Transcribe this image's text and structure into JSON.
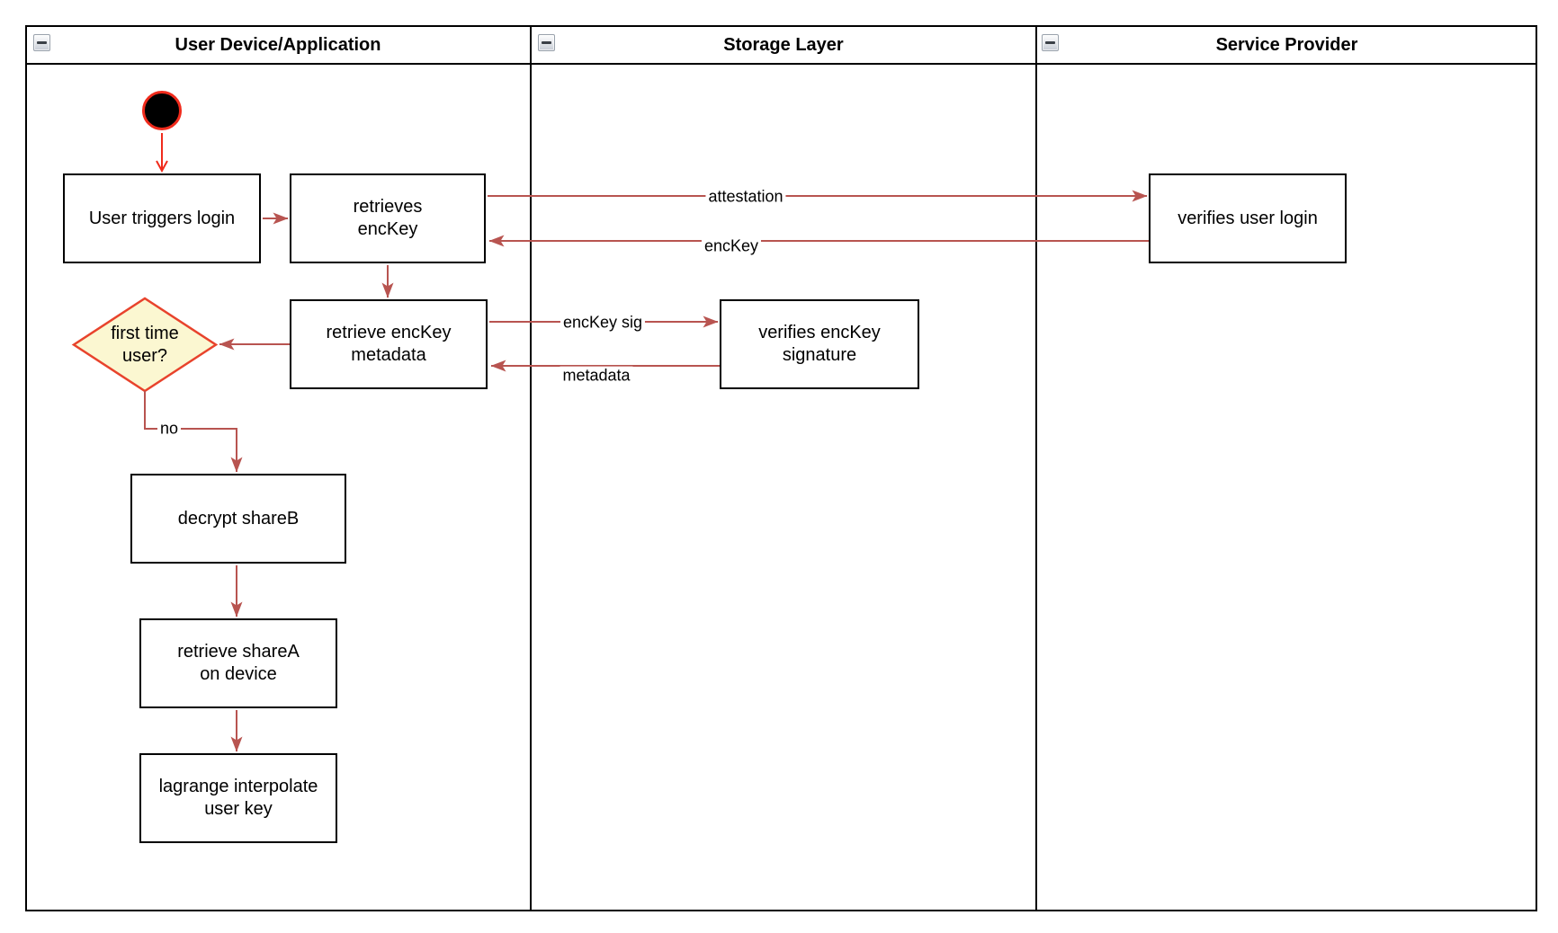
{
  "diagram": {
    "lanes": [
      {
        "title": "User Device/Application"
      },
      {
        "title": "Storage Layer"
      },
      {
        "title": "Service Provider"
      }
    ],
    "nodes": {
      "user_triggers_login": "User triggers login",
      "retrieves_enckey": "retrieves\nencKey",
      "verifies_user_login": "verifies user login",
      "retrieve_enckey_metadata": "retrieve encKey\nmetadata",
      "verifies_enckey_signature": "verifies encKey\nsignature",
      "first_time_user": "first time\nuser?",
      "decrypt_shareb": "decrypt shareB",
      "retrieve_sharea": "retrieve shareA\non device",
      "lagrange": "lagrange interpolate\nuser key"
    },
    "edge_labels": {
      "attestation": "attestation",
      "enckey": "encKey",
      "enckey_sig": "encKey sig",
      "metadata": "metadata",
      "no": "no"
    },
    "icons": {
      "collapse": "minus-icon"
    },
    "colors": {
      "arrow": "#B85450",
      "start_red": "#F02B1C",
      "diamond_border": "#E8432C",
      "diamond_fill": "#FBF7D1",
      "node_border": "#000000",
      "lane_border": "#000000"
    }
  }
}
